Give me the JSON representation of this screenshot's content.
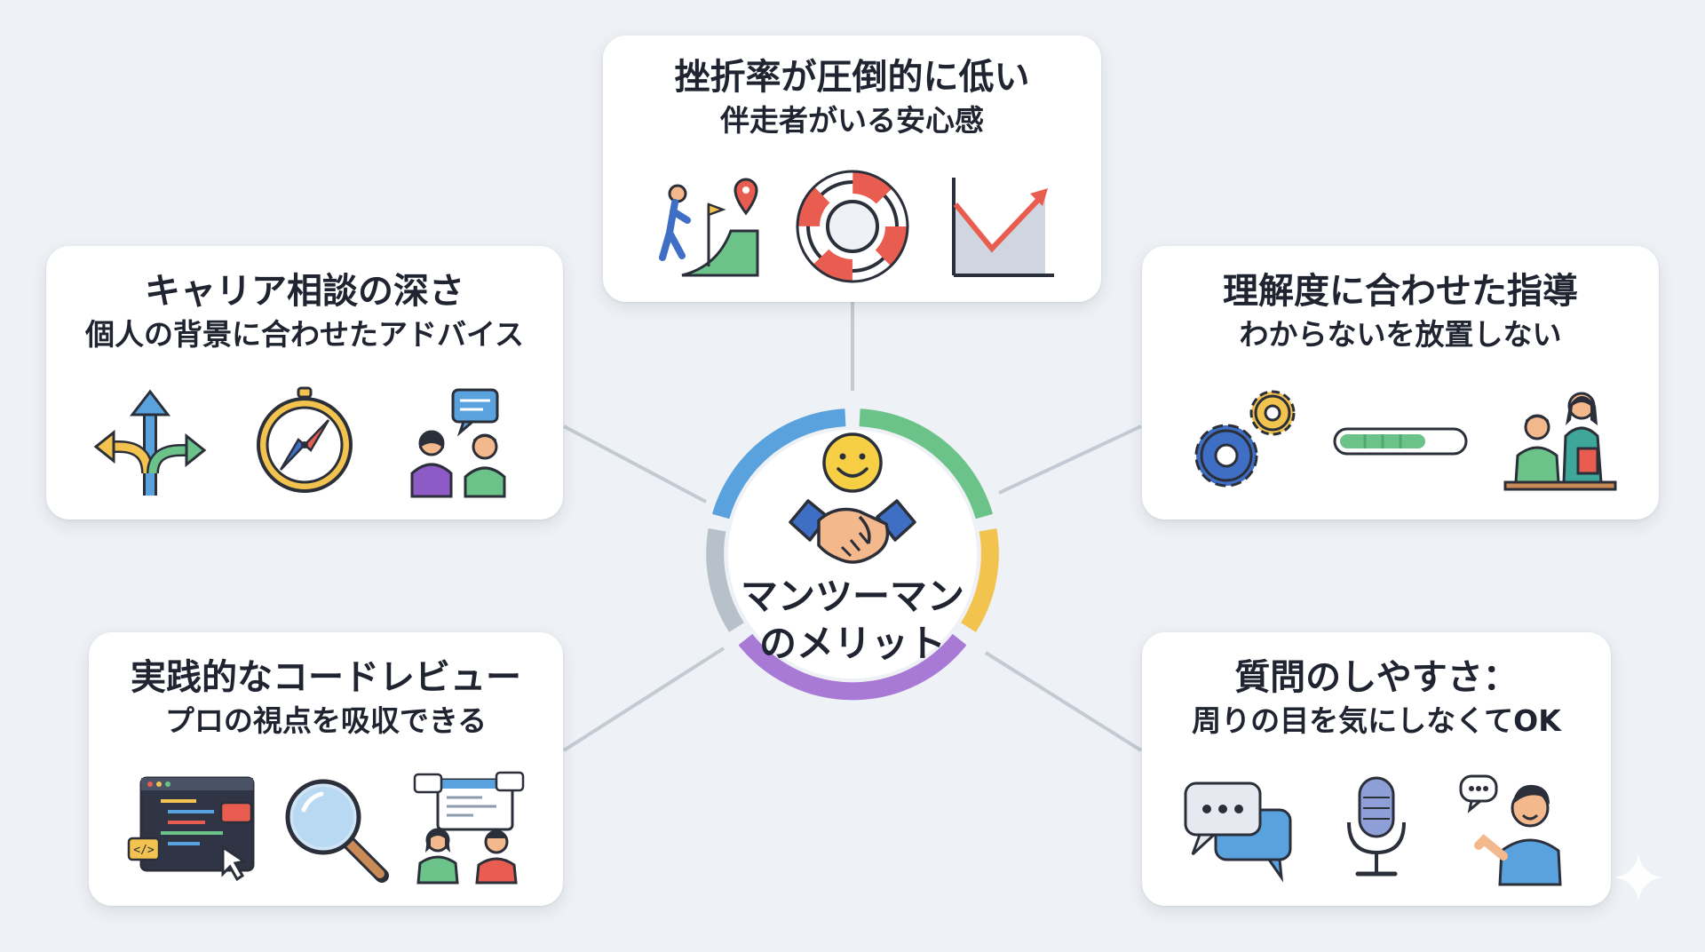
{
  "center": {
    "line1": "マンツーマン",
    "line2": "のメリット",
    "icons": [
      "smiley-face-icon",
      "handshake-icon"
    ]
  },
  "cards": {
    "top": {
      "title": "挫折率が圧倒的に低い",
      "subtitle": "伴走者がいる安心感",
      "icons": [
        "hiker-with-mentor-flag-icon",
        "lifebuoy-icon",
        "rising-trend-chart-icon"
      ]
    },
    "left_upper": {
      "title": "キャリア相談の深さ",
      "subtitle": "個人の背景に合わせたアドバイス",
      "icons": [
        "branching-arrows-icon",
        "compass-icon",
        "consultation-people-icon"
      ]
    },
    "right_upper": {
      "title": "理解度に合わせた指導",
      "subtitle": "わからないを放置しない",
      "icons": [
        "gears-icon",
        "progress-bar-icon",
        "teacher-student-icon"
      ]
    },
    "left_lower": {
      "title": "実践的なコードレビュー",
      "subtitle": "プロの視点を吸収できる",
      "icons": [
        "code-editor-icon",
        "magnifier-icon",
        "code-review-people-icon"
      ]
    },
    "right_lower": {
      "title": "質問のしやすさ：",
      "subtitle": "周りの目を気にしなくてOK",
      "icons": [
        "chat-bubbles-icon",
        "microphone-icon",
        "speaking-person-icon"
      ]
    }
  },
  "colors": {
    "ring_blue": "#5aa2dd",
    "ring_green": "#6cc38a",
    "ring_yellow": "#f2c34e",
    "ring_purple": "#a87ad6",
    "ring_gray": "#b8c0c9",
    "connector": "#c3cad3"
  }
}
